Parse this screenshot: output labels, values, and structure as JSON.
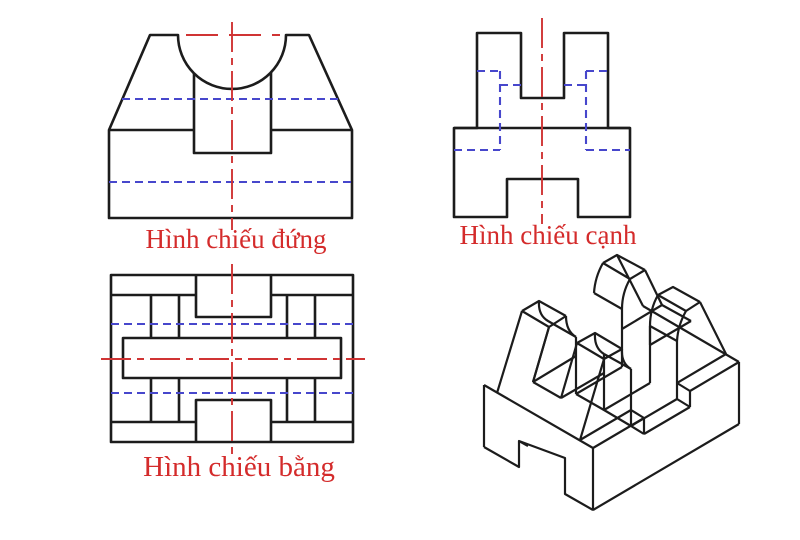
{
  "page": {
    "background": "#ffffff",
    "description": "Orthographic projection teaching figure with three views and an isometric pictorial"
  },
  "colors": {
    "line": "#1c1c1c",
    "hidden": "#4747cc",
    "center": "#d03434",
    "label": "#d42b2b"
  },
  "labels": {
    "front_view": "Hình chiếu đứng",
    "side_view": "Hình chiếu cạnh",
    "top_view": "Hình chiếu bằng"
  }
}
